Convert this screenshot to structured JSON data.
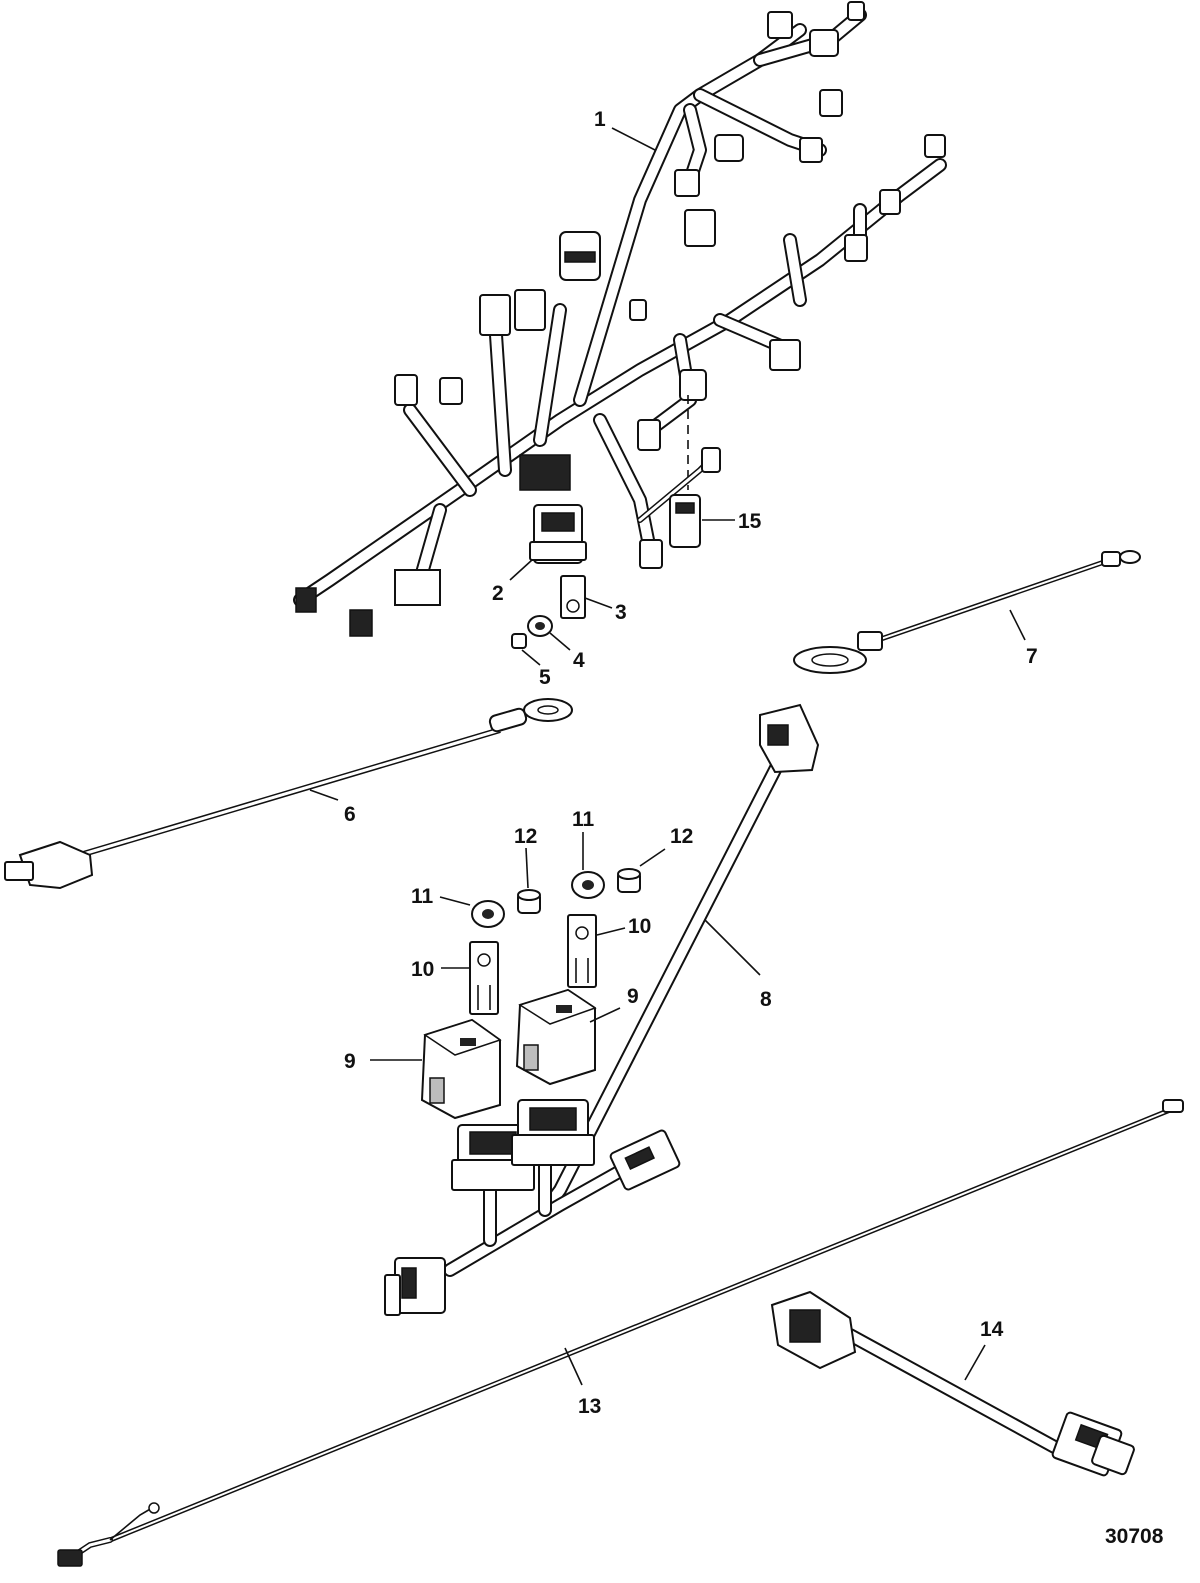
{
  "figure_id": "30708",
  "callouts": [
    {
      "id": "c1",
      "label": "1"
    },
    {
      "id": "c2",
      "label": "2"
    },
    {
      "id": "c3",
      "label": "3"
    },
    {
      "id": "c4",
      "label": "4"
    },
    {
      "id": "c5",
      "label": "5"
    },
    {
      "id": "c6",
      "label": "6"
    },
    {
      "id": "c7",
      "label": "7"
    },
    {
      "id": "c8",
      "label": "8"
    },
    {
      "id": "c9a",
      "label": "9"
    },
    {
      "id": "c9b",
      "label": "9"
    },
    {
      "id": "c10a",
      "label": "10"
    },
    {
      "id": "c10b",
      "label": "10"
    },
    {
      "id": "c11a",
      "label": "11"
    },
    {
      "id": "c11b",
      "label": "11"
    },
    {
      "id": "c12a",
      "label": "12"
    },
    {
      "id": "c12b",
      "label": "12"
    },
    {
      "id": "c13",
      "label": "13"
    },
    {
      "id": "c14",
      "label": "14"
    },
    {
      "id": "c15",
      "label": "15"
    }
  ]
}
